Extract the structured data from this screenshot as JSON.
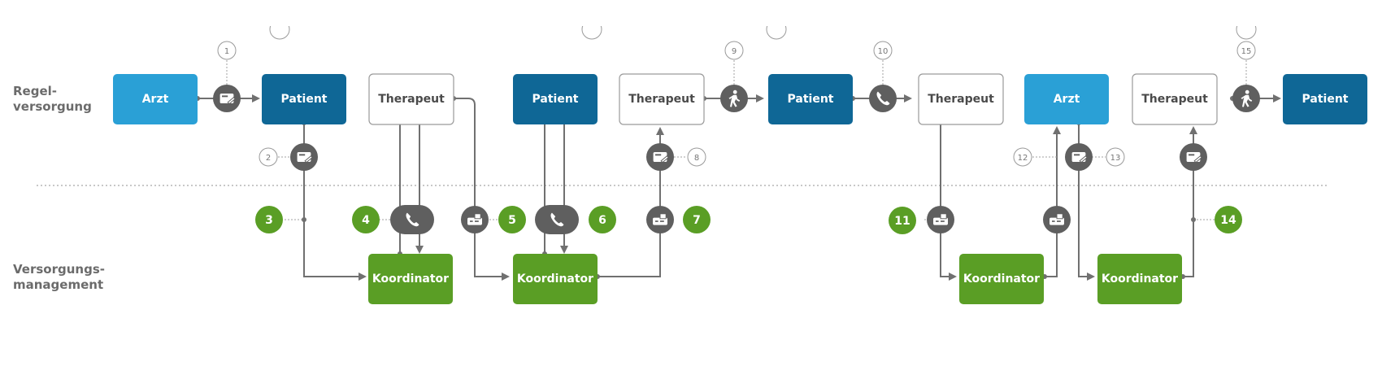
{
  "row_labels": {
    "regelversorgung": [
      "Regel-",
      "versorgung"
    ],
    "versorgungsmanagement": [
      "Versorgungs-",
      "management"
    ]
  },
  "colors": {
    "arzt": "#2aa0d6",
    "patient": "#0f6796",
    "therapeut_border": "#9a9a9a",
    "koordinator": "#5a9e25",
    "green_badge": "#5a9e25",
    "icon_grey": "#5f5f5f",
    "line_grey": "#707070"
  },
  "boxes": {
    "arzt_1": "Arzt",
    "patient_1": "Patient",
    "therapeut_1": "Therapeut",
    "patient_2": "Patient",
    "therapeut_2": "Therapeut",
    "patient_3": "Patient",
    "therapeut_3": "Therapeut",
    "arzt_2": "Arzt",
    "therapeut_4": "Therapeut",
    "patient_4": "Patient",
    "koordinator_1": "Koordinator",
    "koordinator_2": "Koordinator",
    "koordinator_3": "Koordinator",
    "koordinator_4": "Koordinator"
  },
  "step_numbers_grey": {
    "s1": "1",
    "s2": "2",
    "s8": "8",
    "s9": "9",
    "s10": "10",
    "s12": "12",
    "s13": "13",
    "s15": "15"
  },
  "step_numbers_green": {
    "s3": "3",
    "s4": "4",
    "s5": "5",
    "s6": "6",
    "s7": "7",
    "s11": "11",
    "s14": "14"
  },
  "icons": {
    "prescription": "prescription-icon",
    "phone": "phone-icon",
    "walking": "walking-person-icon",
    "fax": "fax-icon"
  }
}
